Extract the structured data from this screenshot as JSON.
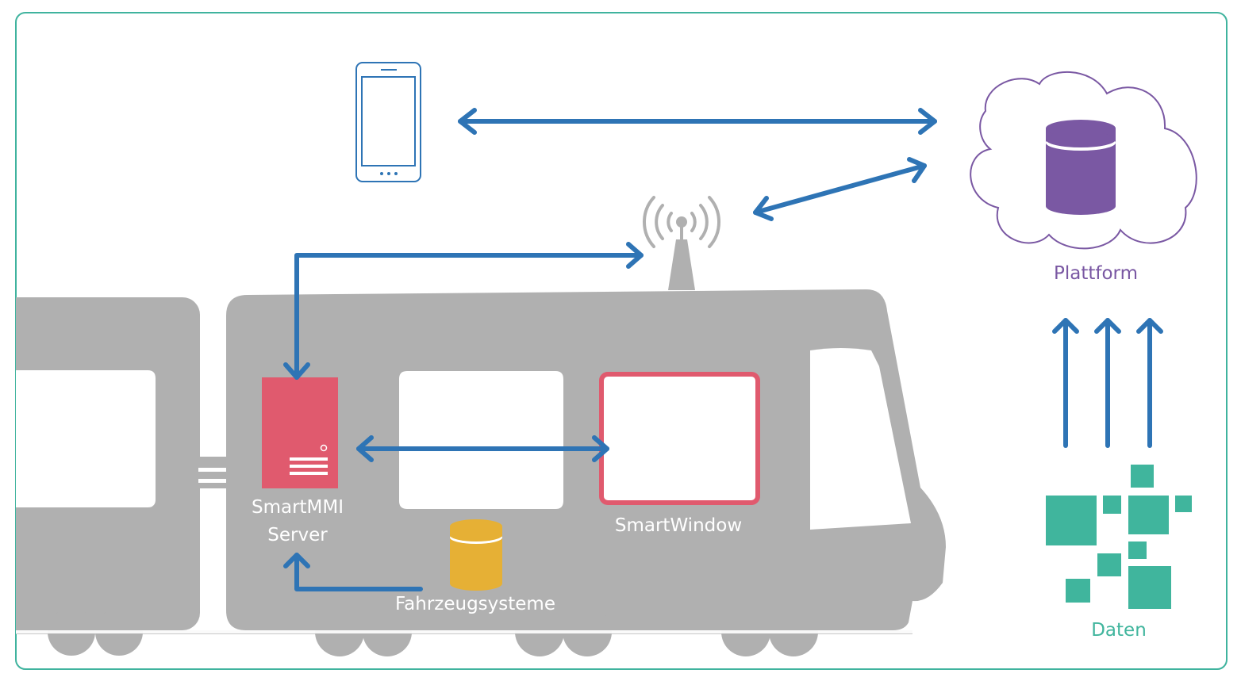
{
  "colors": {
    "border": "#3fb39e",
    "train": "#b0b0b0",
    "arrow": "#2e74b5",
    "server": "#e05a6e",
    "platform": "#7a58a3",
    "data": "#40b59d",
    "vehicle_db": "#e6b035",
    "phone": "#2e74b5",
    "antenna": "#b0b0b0"
  },
  "icons": [
    "smartphone-icon",
    "antenna-icon",
    "cloud-icon",
    "database-icon",
    "server-icon",
    "data-blocks-icon"
  ],
  "labels": {
    "platform": "Plattform",
    "server_line1": "SmartMMI",
    "server_line2": "Server",
    "smartwindow": "SmartWindow",
    "vehicle_systems": "Fahrzeugsysteme",
    "data": "Daten"
  }
}
